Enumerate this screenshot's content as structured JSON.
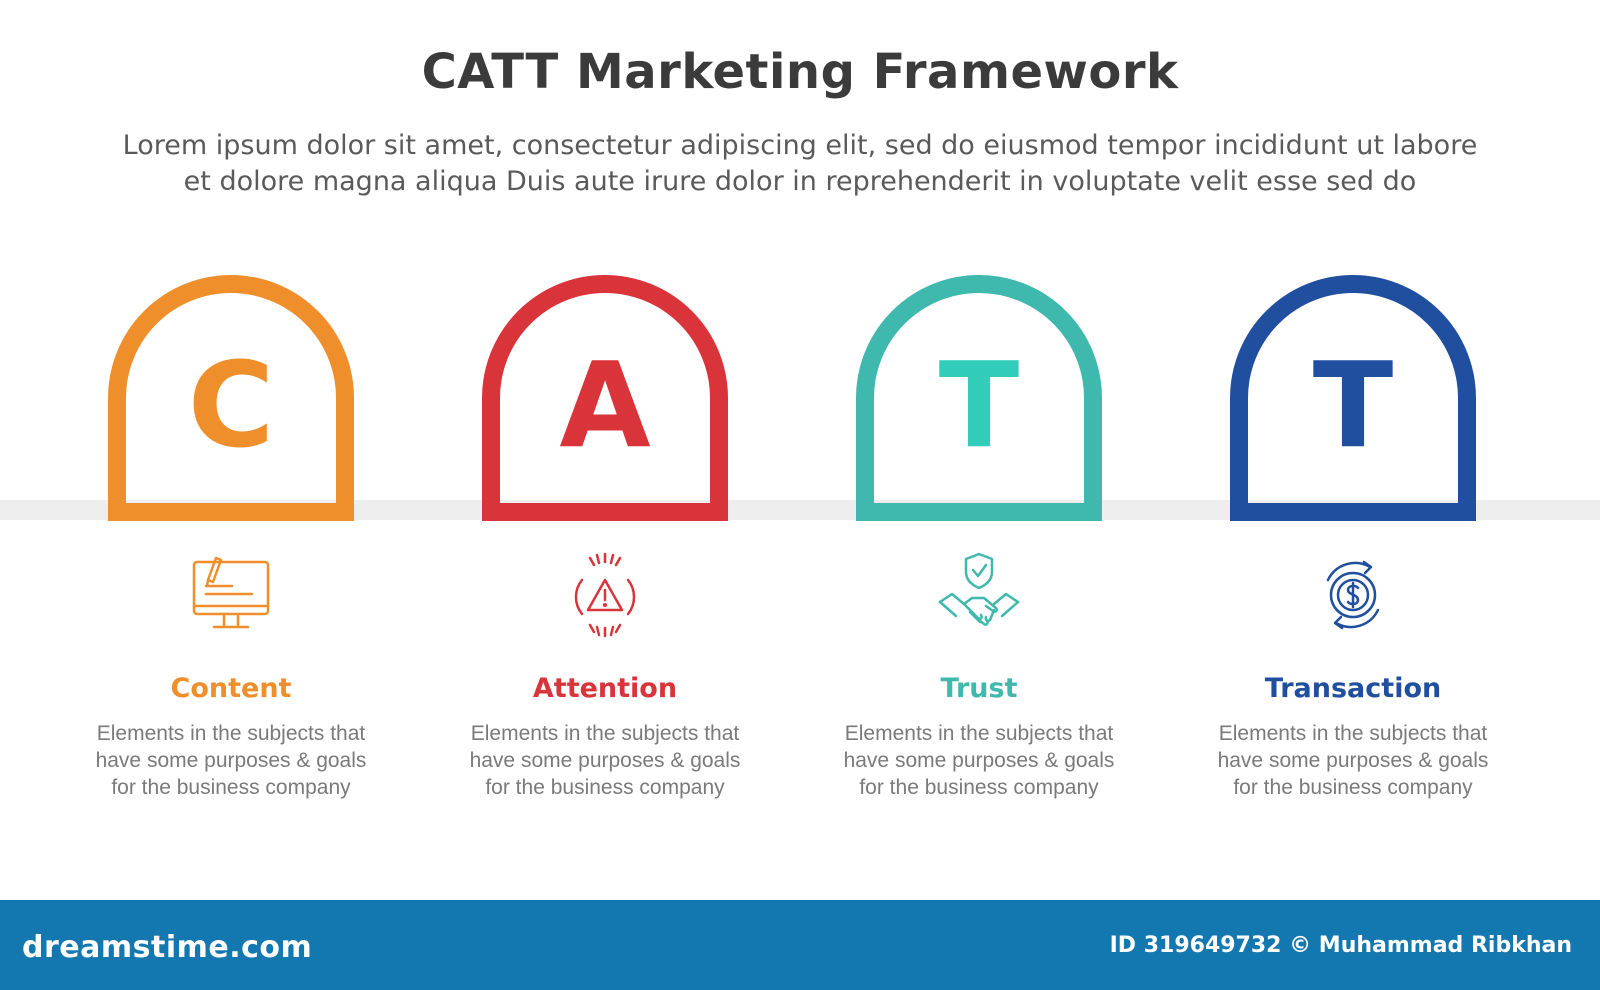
{
  "header": {
    "title": "CATT Marketing Framework",
    "subtitle_line1": "Lorem ipsum dolor sit amet, consectetur adipiscing elit, sed do eiusmod tempor incididunt ut labore",
    "subtitle_line2": "et dolore magna aliqua Duis aute irure dolor in reprehenderit in voluptate velit esse sed do"
  },
  "items": [
    {
      "letter": "C",
      "title": "Content",
      "color": "#ef8f2c",
      "icon": "computer-pen-icon",
      "desc_line1": "Elements in the subjects that",
      "desc_line2": "have  some purposes & goals",
      "desc_line3": "for the  business company"
    },
    {
      "letter": "A",
      "title": "Attention",
      "color": "#d9343a",
      "icon": "alert-warning-icon",
      "desc_line1": "Elements in the subjects that",
      "desc_line2": "have  some purposes & goals",
      "desc_line3": "for the  business company"
    },
    {
      "letter": "T",
      "title": "Trust",
      "color": "#3fb8ad",
      "icon": "handshake-shield-icon",
      "desc_line1": "Elements in the subjects that",
      "desc_line2": "have  some purposes & goals",
      "desc_line3": "for the  business company"
    },
    {
      "letter": "T",
      "title": "Transaction",
      "color": "#1f4f9e",
      "icon": "dollar-cycle-icon",
      "desc_line1": "Elements in the subjects that",
      "desc_line2": "have  some purposes & goals",
      "desc_line3": "for the  business company"
    }
  ],
  "footer": {
    "logo": "dreamstime.com",
    "credit": "ID 319649732 © Muhammad Ribkhan"
  }
}
